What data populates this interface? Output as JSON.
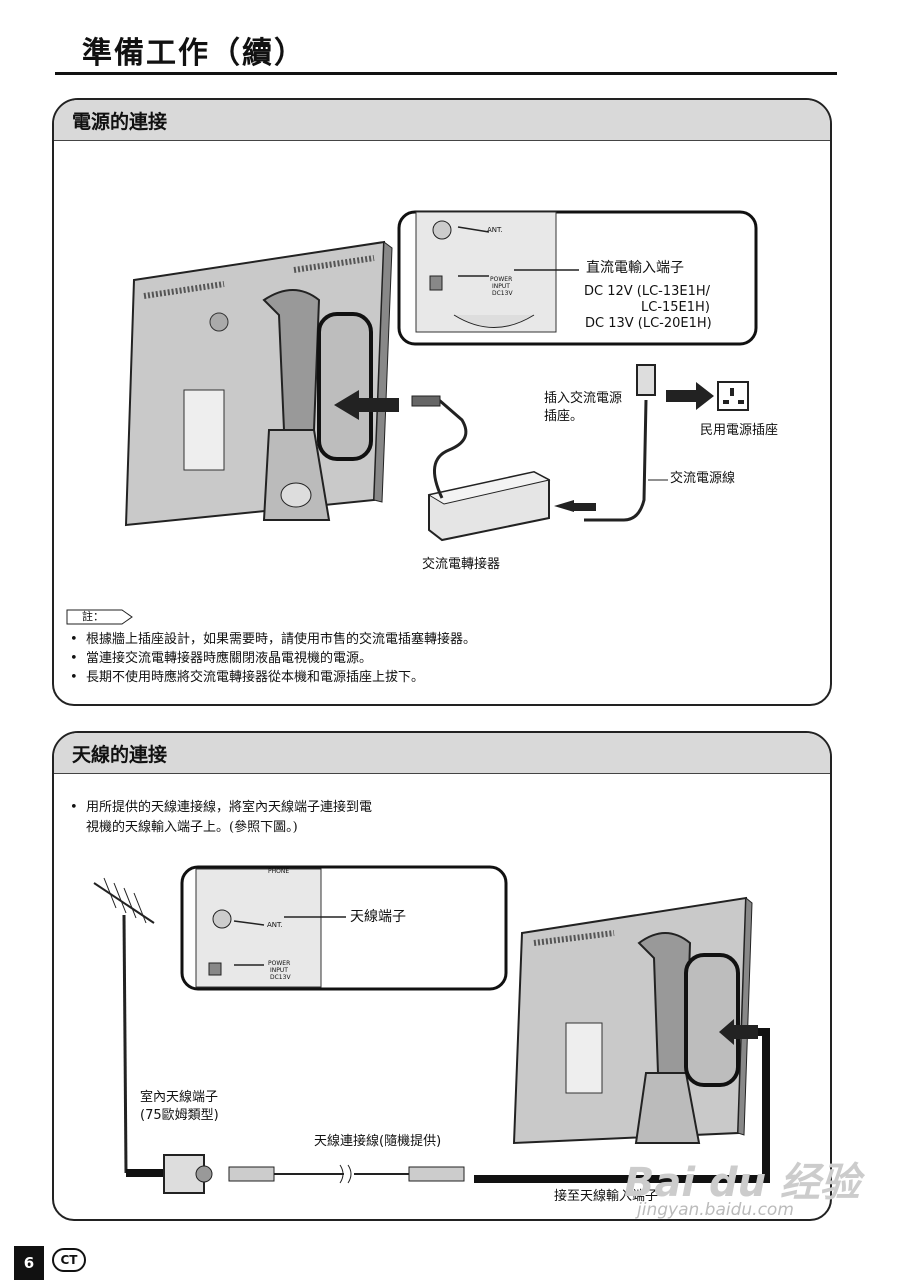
{
  "page": {
    "title": "準備工作（續）",
    "number": "6",
    "lang_badge": "CT"
  },
  "power": {
    "heading": "電源的連接",
    "inset_labels": {
      "ant": "ANT.",
      "power1": "POWER",
      "power2": "INPUT",
      "power3": "DC13V"
    },
    "dc_terminal": "直流電輸入端子",
    "dc_spec1": "DC 12V (LC-13E1H/",
    "dc_spec2": "LC-15E1H)",
    "dc_spec3": "DC 13V (LC-20E1H)",
    "plug_into1": "插入交流電源",
    "plug_into2": "插座。",
    "wall_outlet": "民用電源插座",
    "ac_cord": "交流電源線",
    "adapter": "交流電轉接器",
    "note_label": "註：",
    "notes": [
      "根據牆上插座設計，如果需要時，請使用市售的交流電插塞轉接器。",
      "當連接交流電轉接器時應關閉液晶電視機的電源。",
      "長期不使用時應將交流電轉接器從本機和電源插座上拔下。"
    ]
  },
  "antenna": {
    "heading": "天線的連接",
    "intro1": "用所提供的天線連接線，將室內天線端子連接到電",
    "intro2": "視機的天線輸入端子上。(參照下圖。)",
    "inset_labels": {
      "phone": "PHONE",
      "ant": "ANT.",
      "power1": "POWER",
      "power2": "INPUT",
      "power3": "DC13V"
    },
    "antenna_terminal": "天線端子",
    "indoor1": "室內天線端子",
    "indoor2": "(75歐姆類型)",
    "cable": "天線連接線(隨機提供)",
    "to_input": "接至天線輸入端子"
  },
  "watermark": {
    "brand": "Bai du 经验",
    "url": "jingyan.baidu.com"
  }
}
